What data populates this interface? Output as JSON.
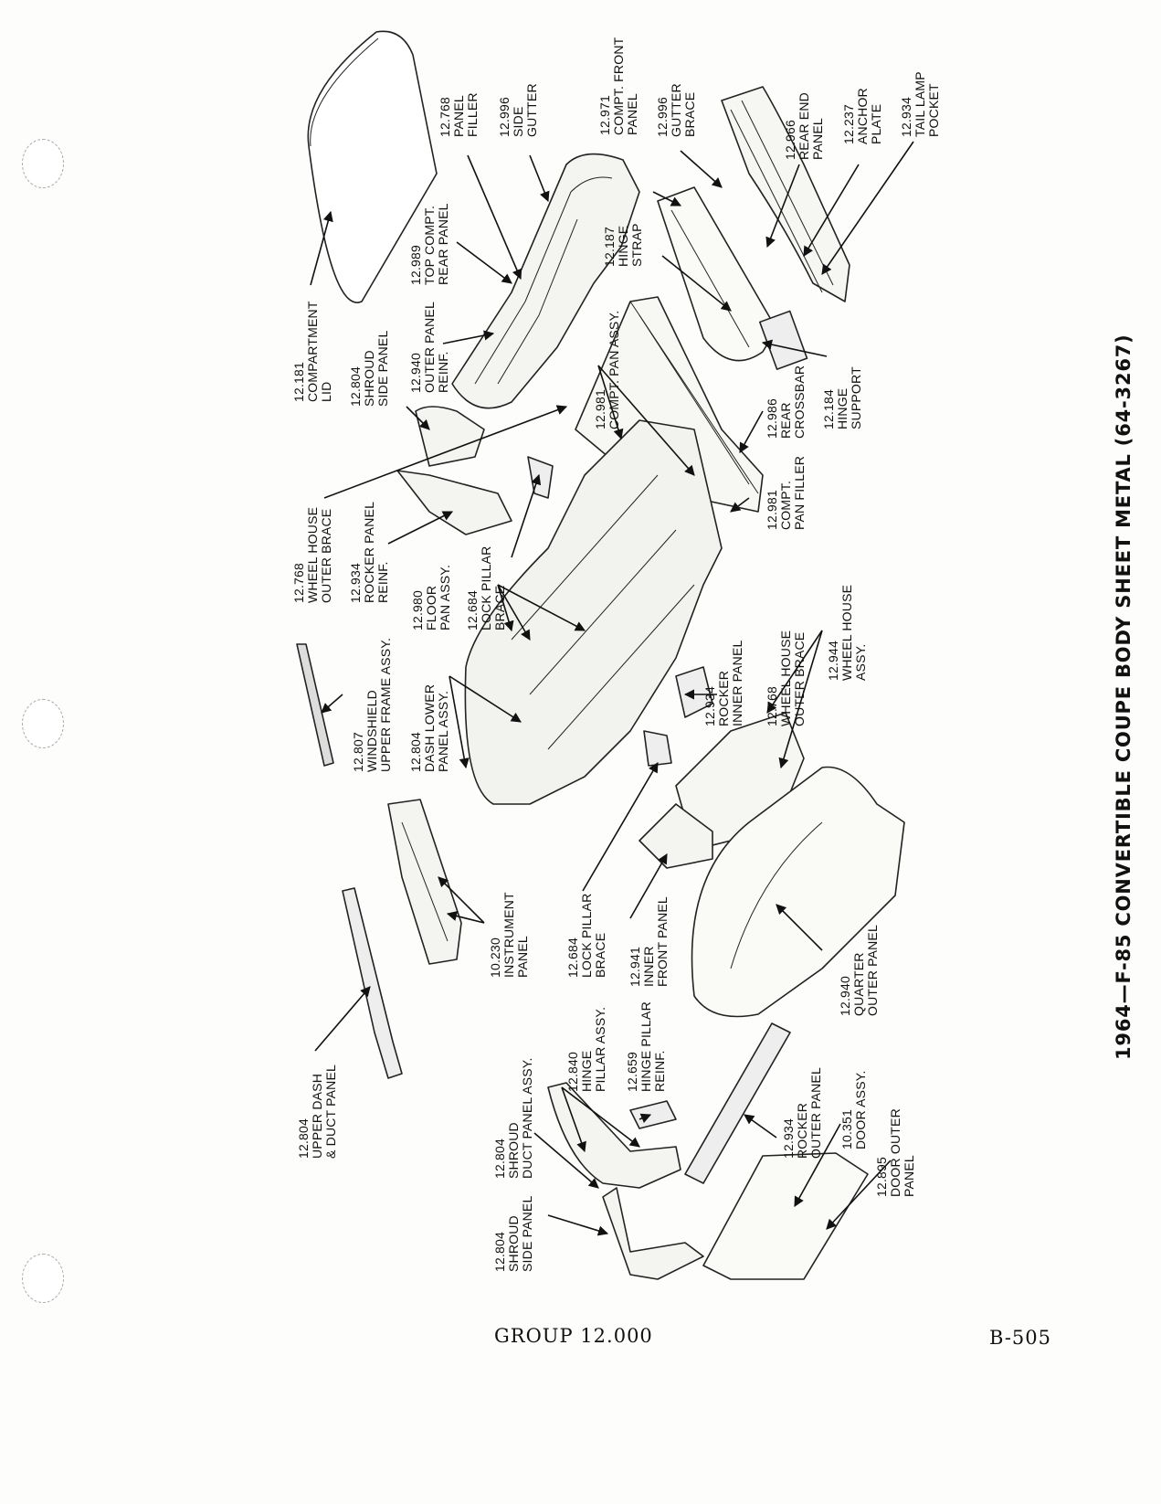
{
  "title": "1964—F-85 CONVERTIBLE COUPE BODY SHEET METAL (64-3267)",
  "footer": {
    "group": "GROUP 12.000",
    "page": "B-505"
  },
  "labels": [
    {
      "id": "compartment-lid",
      "lines": [
        "12.181",
        "COMPARTMENT",
        "LID"
      ]
    },
    {
      "id": "shroud-side-panel-top",
      "lines": [
        "12.804",
        "SHROUD",
        "SIDE PANEL"
      ]
    },
    {
      "id": "outer-panel-reinf",
      "lines": [
        "12.940",
        "OUTER PANEL",
        "REINF."
      ]
    },
    {
      "id": "top-compt-rear-panel",
      "lines": [
        "12.989",
        "TOP COMPT.",
        "REAR PANEL"
      ]
    },
    {
      "id": "panel-filler",
      "lines": [
        "12.768",
        "PANEL",
        "FILLER"
      ]
    },
    {
      "id": "side-gutter",
      "lines": [
        "12.996",
        "SIDE",
        "GUTTER"
      ]
    },
    {
      "id": "compt-front-panel",
      "lines": [
        "12.971",
        "COMPT. FRONT",
        "PANEL"
      ]
    },
    {
      "id": "gutter-brace",
      "lines": [
        "12.996",
        "GUTTER",
        "BRACE"
      ]
    },
    {
      "id": "hinge-strap",
      "lines": [
        "12.187",
        "HINGE",
        "STRAP"
      ]
    },
    {
      "id": "rear-end-panel",
      "lines": [
        "12.966",
        "REAR END",
        "PANEL"
      ]
    },
    {
      "id": "anchor-plate",
      "lines": [
        "12.237",
        "ANCHOR",
        "PLATE"
      ]
    },
    {
      "id": "tail-lamp-pocket",
      "lines": [
        "12.934",
        "TAIL LAMP",
        "POCKET"
      ]
    },
    {
      "id": "compt-pan-assy",
      "lines": [
        "12.981",
        "COMPT. PAN ASSY."
      ]
    },
    {
      "id": "rear-crossbar",
      "lines": [
        "12.986",
        "REAR",
        "CROSSBAR"
      ]
    },
    {
      "id": "hinge-support",
      "lines": [
        "12.184",
        "HINGE",
        "SUPPORT"
      ]
    },
    {
      "id": "compt-pan-filler",
      "lines": [
        "12.981",
        "COMPT.",
        "PAN FILLER"
      ]
    },
    {
      "id": "wheel-house-outer-brace-top",
      "lines": [
        "12.768",
        "WHEEL HOUSE",
        "OUTER BRACE"
      ]
    },
    {
      "id": "rocker-panel-reinf",
      "lines": [
        "12.934",
        "ROCKER PANEL",
        "REINF."
      ]
    },
    {
      "id": "floor-pan-assy",
      "lines": [
        "12.980",
        "FLOOR",
        "PAN ASSY."
      ]
    },
    {
      "id": "lock-pillar-brace-top",
      "lines": [
        "12.684",
        "LOCK PILLAR",
        "BRACE"
      ]
    },
    {
      "id": "rocker-inner-panel",
      "lines": [
        "12.934",
        "ROCKER",
        "INNER PANEL"
      ]
    },
    {
      "id": "wheel-house-outer-brace-mid",
      "lines": [
        "12.768",
        "WHEEL HOUSE",
        "OUTER BRACE"
      ]
    },
    {
      "id": "wheel-house-assy",
      "lines": [
        "12.944",
        "WHEEL HOUSE",
        "ASSY."
      ]
    },
    {
      "id": "windshield-upper-frame",
      "lines": [
        "12.807",
        "WINDSHIELD",
        "UPPER FRAME ASSY."
      ]
    },
    {
      "id": "dash-lower-panel",
      "lines": [
        "12.804",
        "DASH LOWER",
        "PANEL ASSY."
      ]
    },
    {
      "id": "instrument-panel",
      "lines": [
        "10.230",
        "INSTRUMENT",
        "PANEL"
      ]
    },
    {
      "id": "lock-pillar-brace-bottom",
      "lines": [
        "12.684",
        "LOCK PILLAR",
        "BRACE"
      ]
    },
    {
      "id": "inner-front-panel",
      "lines": [
        "12.941",
        "INNER",
        "FRONT PANEL"
      ]
    },
    {
      "id": "quarter-outer-panel",
      "lines": [
        "12.940",
        "QUARTER",
        "OUTER PANEL"
      ]
    },
    {
      "id": "upper-dash-duct-panel",
      "lines": [
        "12.804",
        "UPPER DASH",
        "& DUCT PANEL"
      ]
    },
    {
      "id": "shroud-duct-panel",
      "lines": [
        "12.804",
        "SHROUD",
        "DUCT PANEL ASSY."
      ]
    },
    {
      "id": "hinge-pillar-assy",
      "lines": [
        "12.840",
        "HINGE",
        "PILLAR ASSY."
      ]
    },
    {
      "id": "hinge-pillar-reinf",
      "lines": [
        "12.659",
        "HINGE PILLAR",
        "REINF."
      ]
    },
    {
      "id": "shroud-side-panel-bottom",
      "lines": [
        "12.804",
        "SHROUD",
        "SIDE PANEL"
      ]
    },
    {
      "id": "rocker-outer-panel",
      "lines": [
        "12.934",
        "ROCKER",
        "OUTER PANEL"
      ]
    },
    {
      "id": "door-assy",
      "lines": [
        "10.351",
        "DOOR ASSY."
      ]
    },
    {
      "id": "door-outer-panel",
      "lines": [
        "12.895",
        "DOOR OUTER",
        "PANEL"
      ]
    }
  ]
}
